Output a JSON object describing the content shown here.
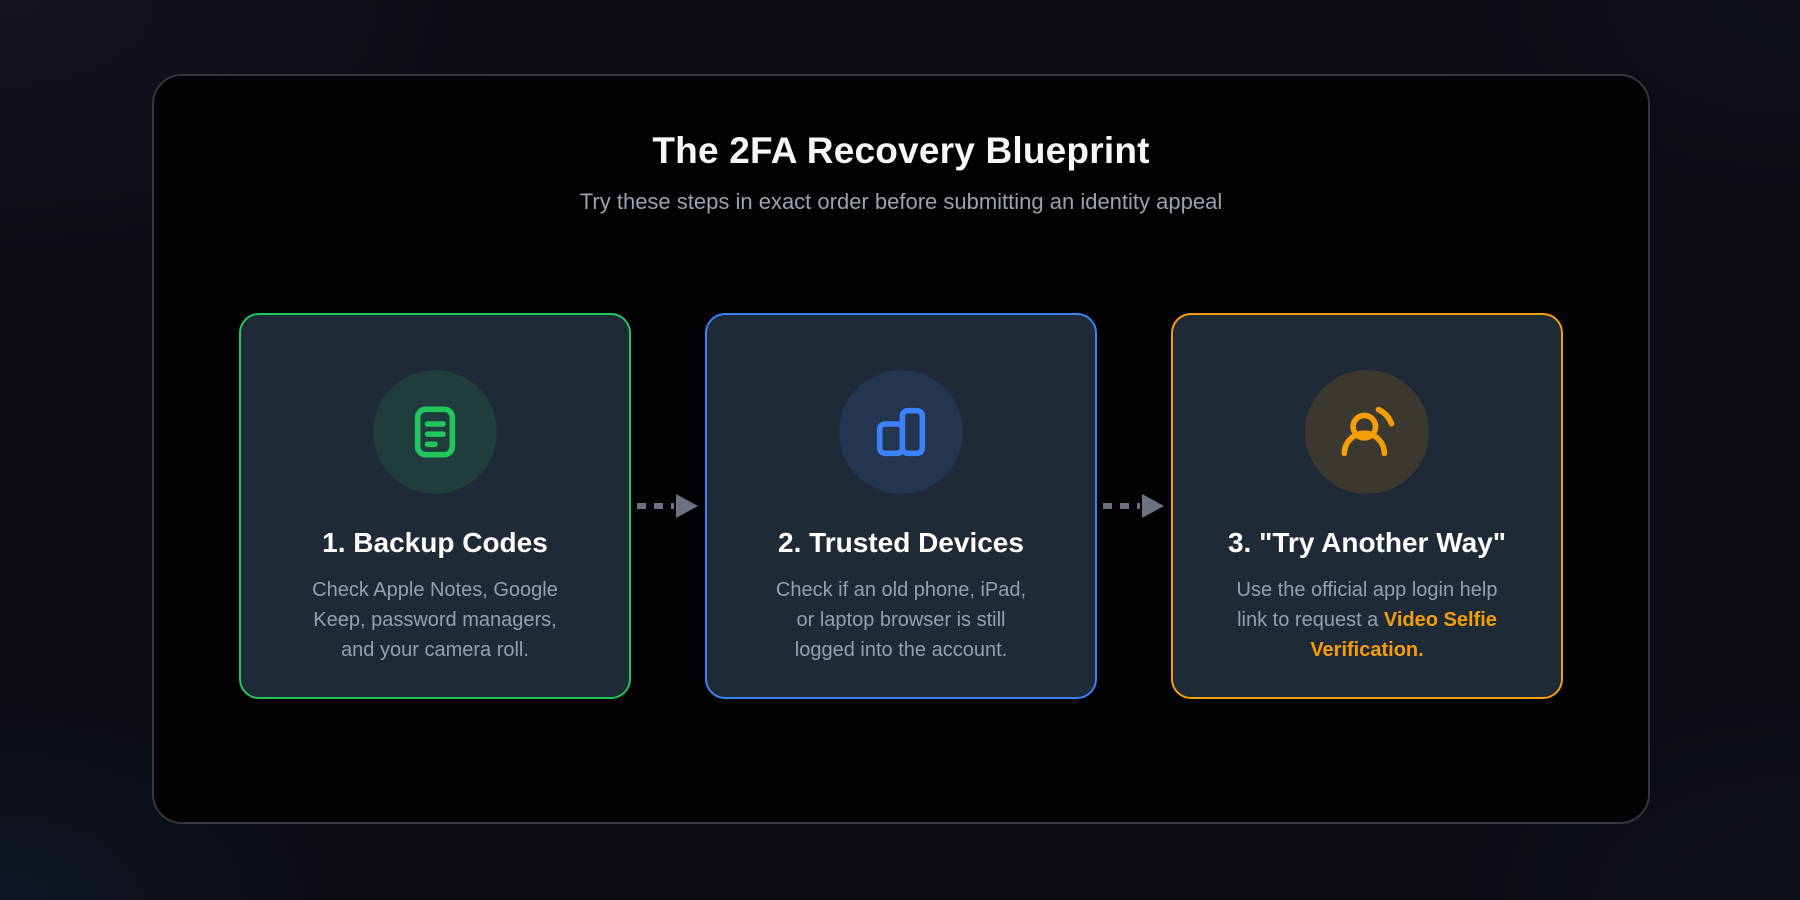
{
  "header": {
    "title": "The 2FA Recovery Blueprint",
    "subtitle": "Try these steps in exact order before submitting an identity appeal"
  },
  "steps": [
    {
      "title": "1. Backup Codes",
      "description": "Check Apple Notes, Google Keep, password managers, and your camera roll.",
      "highlight": "",
      "accent": "#22c55e",
      "icon": "notepad-icon"
    },
    {
      "title": "2. Trusted Devices",
      "description": "Check if an old phone, iPad, or laptop browser is still logged into the account.",
      "highlight": "",
      "accent": "#3b82f6",
      "icon": "devices-icon"
    },
    {
      "title": "3. \"Try Another Way\"",
      "description": "Use the official app login help link to request a",
      "highlight": "Video Selfie Verification.",
      "accent": "#f59e0b",
      "icon": "user-selfie-icon"
    }
  ],
  "colors": {
    "arrow": "#6b7280",
    "card_background": "#1f2a37",
    "panel_border": "#34353d"
  }
}
